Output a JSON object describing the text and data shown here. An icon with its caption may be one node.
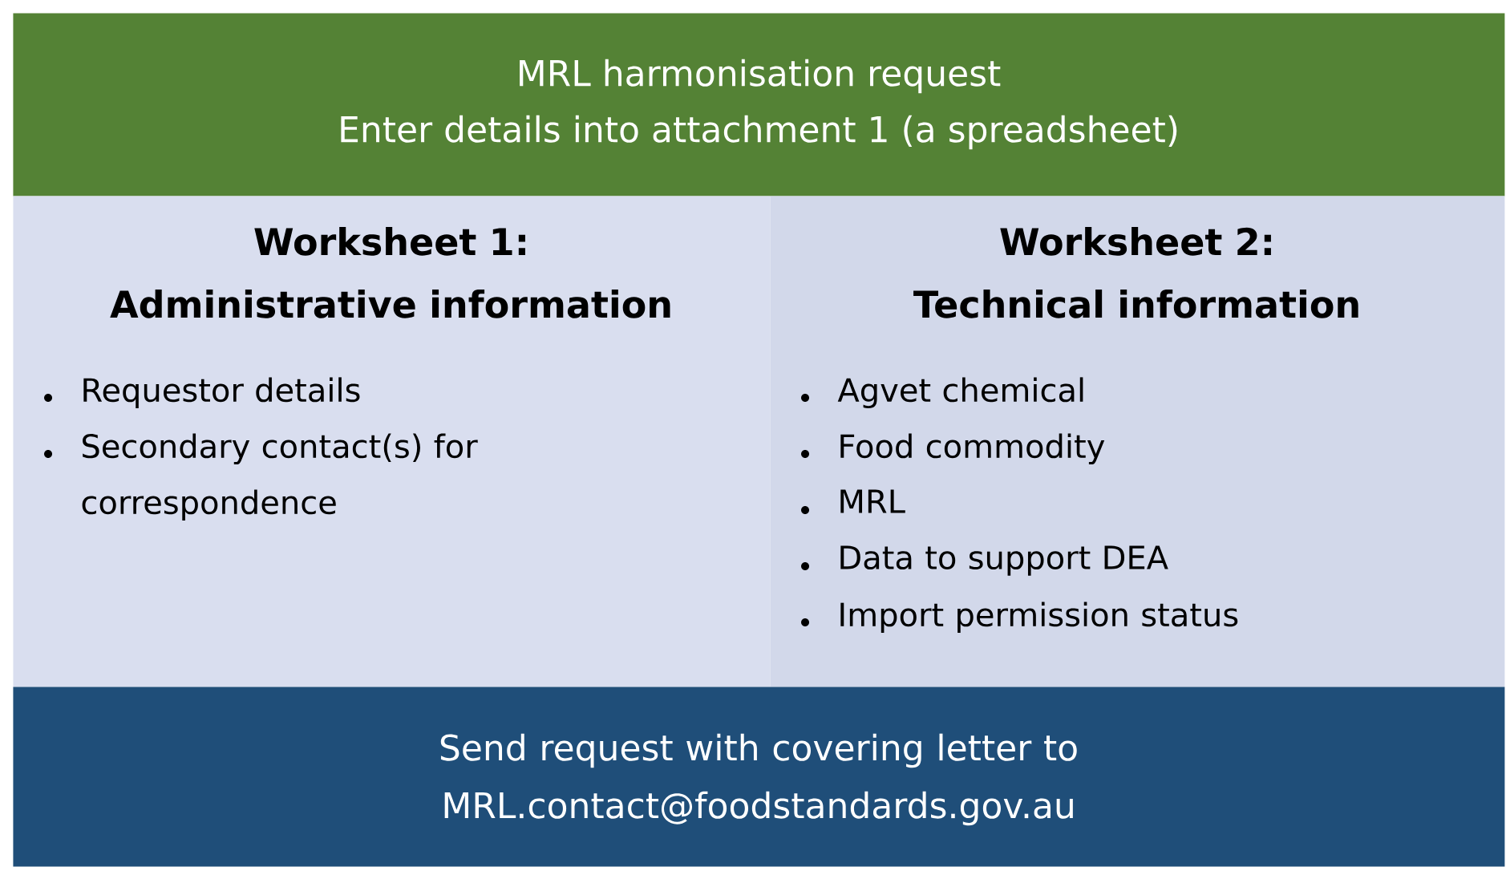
{
  "diagram": {
    "nodes": [
      {
        "text": [
          "MRL harmonisation request",
          "Enter details into attachment 1 (a spreadsheet)"
        ]
      },
      {
        "text": [
          "Worksheet 1: Administrative information",
          "Requestor details",
          "Secondary contact(s) for correspondence"
        ]
      },
      {
        "text": [
          "Worksheet 2: Technical information",
          "Agvet chemical",
          "Food commodity",
          "MRL",
          "Data to support DEA",
          "Import permission status"
        ]
      },
      {
        "text": [
          "Send request with covering letter to MRL.contact@foodstandards.gov.au"
        ]
      }
    ]
  }
}
